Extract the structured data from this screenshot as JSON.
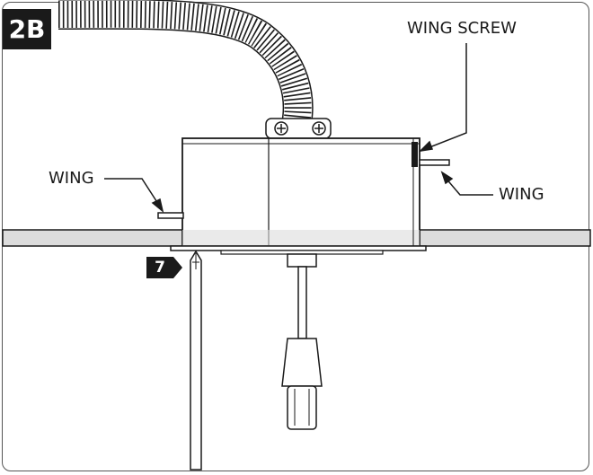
{
  "figure": {
    "step_badge": "2B",
    "callout_number": "7",
    "labels": {
      "wing_screw": "WING SCREW",
      "wing_left": "WING",
      "wing_right": "WING"
    }
  },
  "colors": {
    "badge_background": "#1a1a1a",
    "badge_text": "#ffffff",
    "ceiling_fill": "#dcdcdc",
    "line": "#1a1a1a"
  }
}
